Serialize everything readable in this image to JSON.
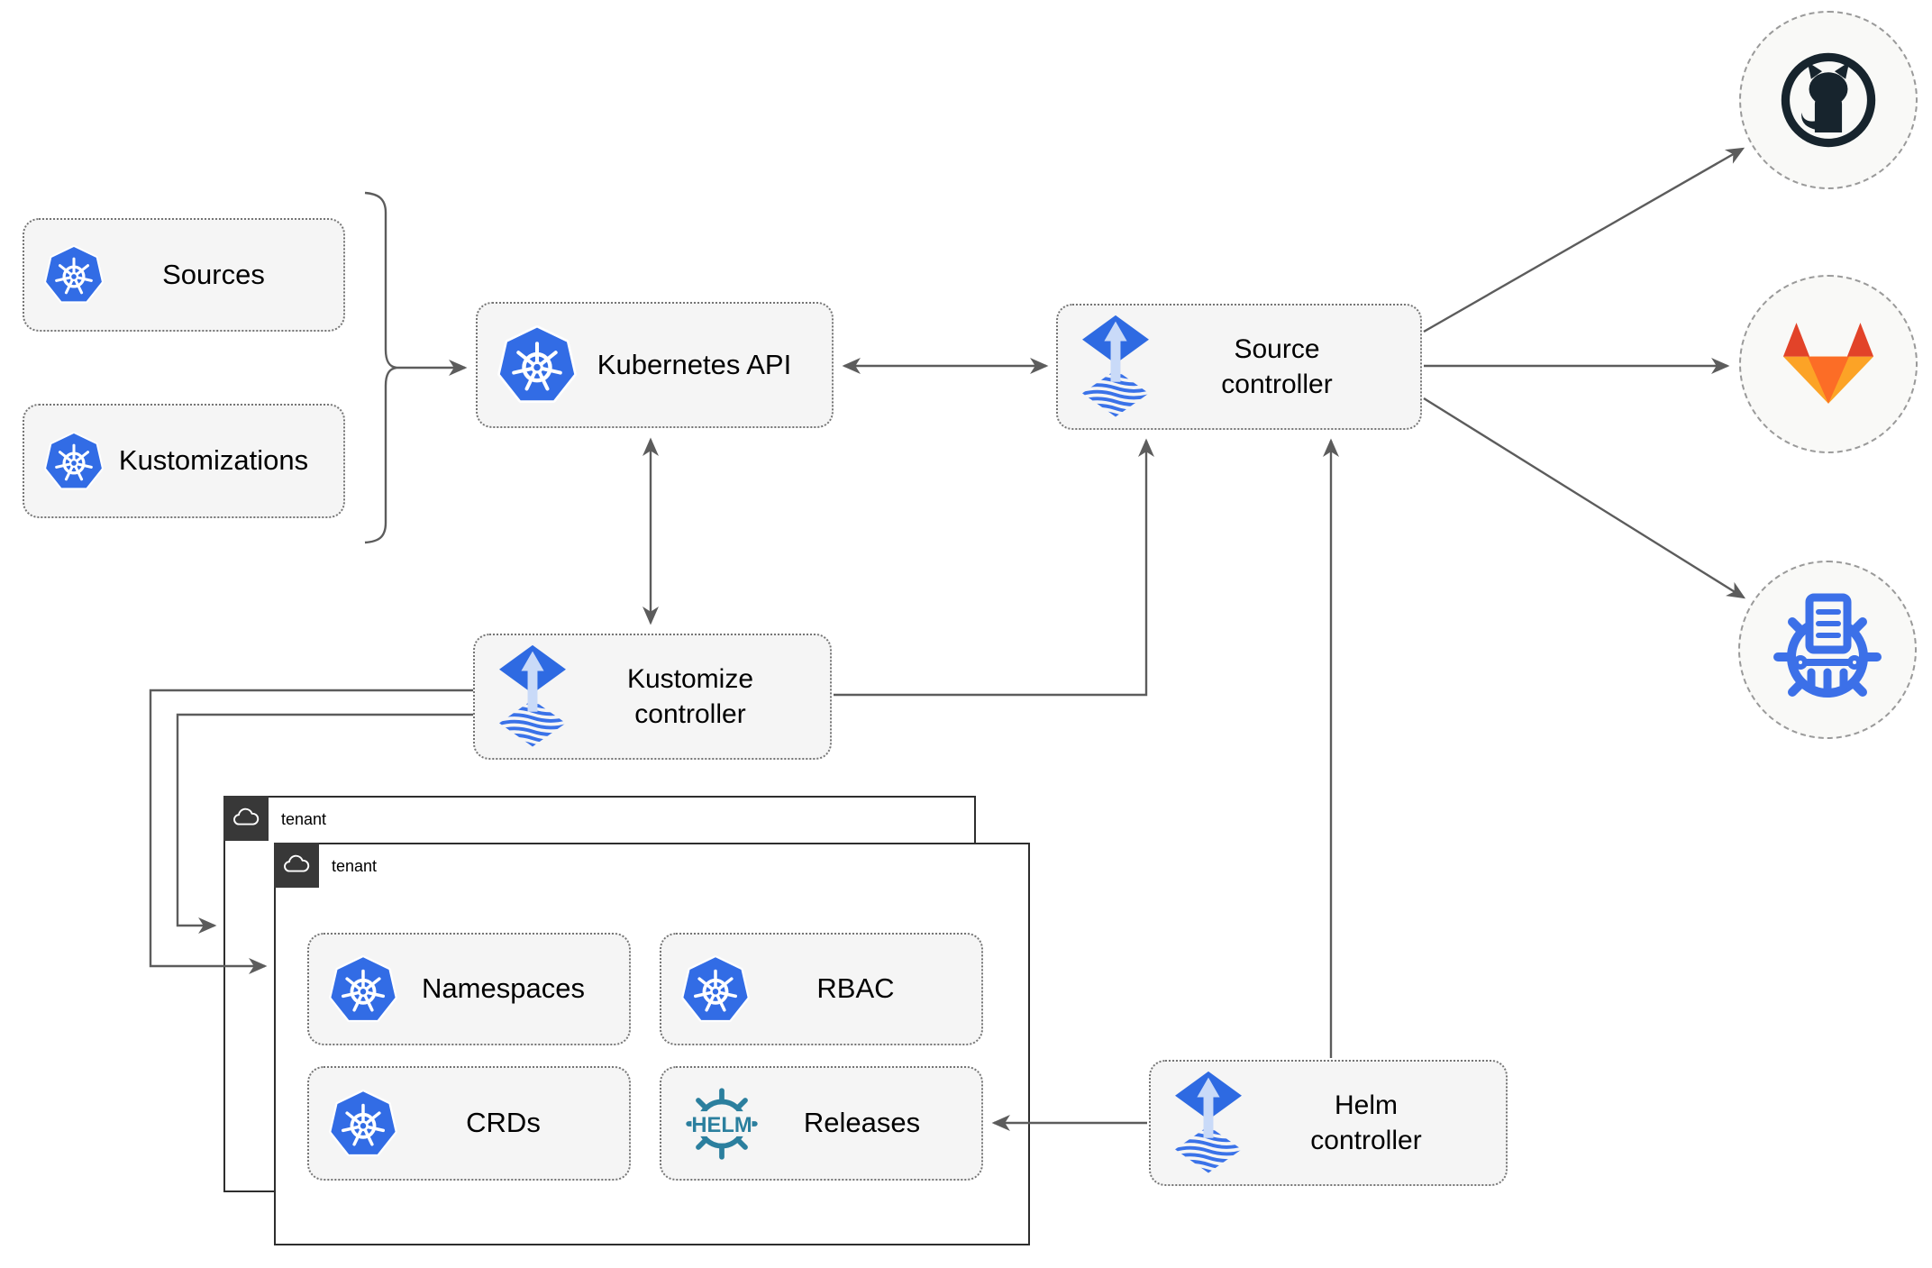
{
  "diagram": {
    "nodes": {
      "sources": "Sources",
      "kustomizations": "Kustomizations",
      "kubernetes_api": "Kubernetes API",
      "source_controller": "Source\ncontroller",
      "kustomize_controller": "Kustomize\ncontroller",
      "helm_controller": "Helm\ncontroller",
      "namespaces": "Namespaces",
      "rbac": "RBAC",
      "crds": "CRDs",
      "releases": "Releases"
    },
    "tenant_outer_label": "tenant",
    "tenant_inner_label": "tenant",
    "helm_logo_text": "HELM",
    "external_targets": [
      "github",
      "gitlab",
      "chartmuseum"
    ],
    "edges": [
      {
        "from": "sources+kustomizations",
        "to": "kubernetes_api",
        "arrow": "forward"
      },
      {
        "from": "kubernetes_api",
        "to": "source_controller",
        "arrow": "both"
      },
      {
        "from": "kubernetes_api",
        "to": "kustomize_controller",
        "arrow": "both"
      },
      {
        "from": "kustomize_controller",
        "to": "source_controller",
        "arrow": "forward"
      },
      {
        "from": "helm_controller",
        "to": "source_controller",
        "arrow": "forward"
      },
      {
        "from": "helm_controller",
        "to": "releases",
        "arrow": "forward"
      },
      {
        "from": "kustomize_controller",
        "to": "tenant_inner",
        "arrow": "forward"
      },
      {
        "from": "kustomize_controller",
        "to": "tenant_outer",
        "arrow": "forward"
      },
      {
        "from": "source_controller",
        "to": "github",
        "arrow": "forward"
      },
      {
        "from": "source_controller",
        "to": "gitlab",
        "arrow": "forward"
      },
      {
        "from": "source_controller",
        "to": "chartmuseum",
        "arrow": "forward"
      }
    ],
    "colors": {
      "node_fill": "#f5f5f5",
      "node_border": "#757575",
      "arrow": "#5c5c5c",
      "kubernetes_blue": "#326ce5",
      "flux_blue": "#2e6ae2",
      "flux_light": "#c9daf8",
      "helm_teal": "#2b7f9e",
      "github_dark": "#17242d",
      "gitlab_red": "#e24329",
      "gitlab_orange": "#fc6d26",
      "gitlab_amber": "#fca326",
      "chartmuseum_blue": "#3c70e8",
      "tenant_border": "#2e2e2e",
      "tenant_tab": "#383838"
    }
  }
}
